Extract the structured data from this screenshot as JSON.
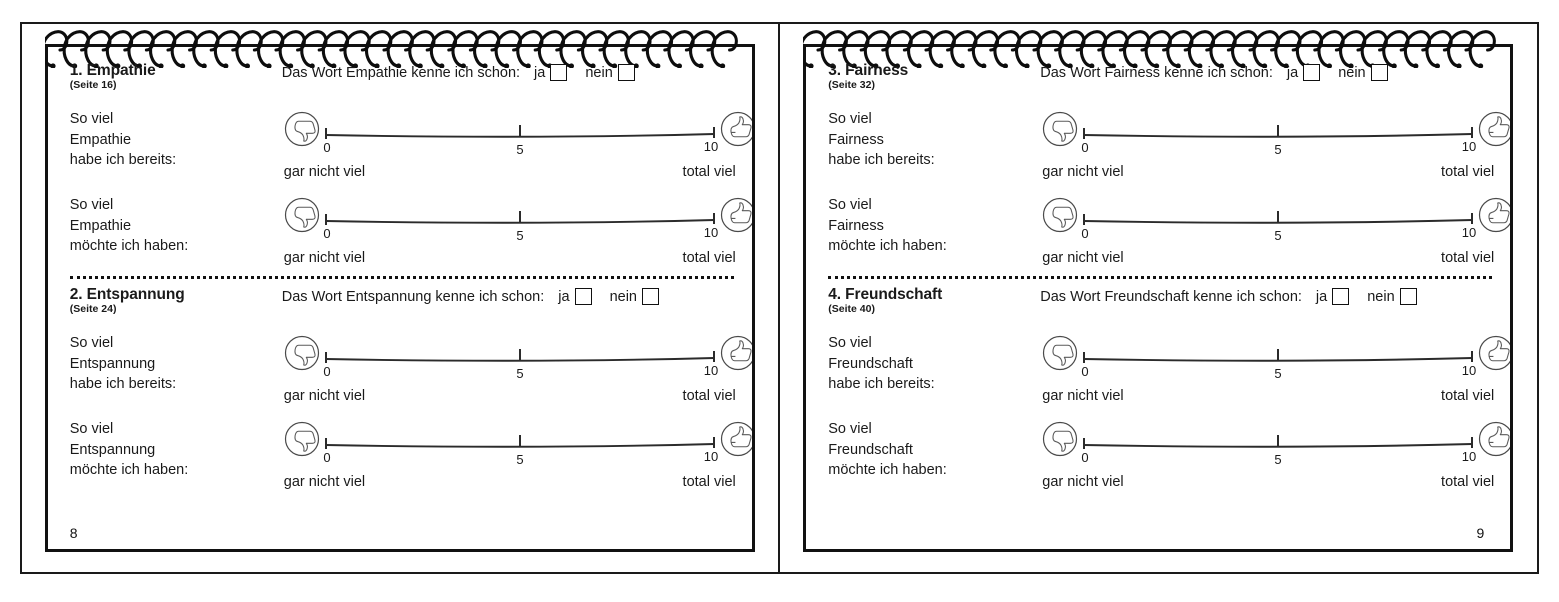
{
  "document": {
    "type": "workbook-spread",
    "binding": "spiral",
    "language": "de"
  },
  "scale_labels": {
    "tick_min": "0",
    "tick_mid": "5",
    "tick_max": "10",
    "end_low": "gar nicht viel",
    "end_high": "total viel",
    "icon_low": "thumbs-down-icon",
    "icon_high": "thumbs-up-icon"
  },
  "checkbox": {
    "yes_label": "ja",
    "no_label": "nein"
  },
  "pages": [
    {
      "page_number": "8",
      "sections": [
        {
          "title": "1. Empathie",
          "subtitle": "(Seite 16)",
          "question": "Das Wort Empathie kenne ich schon:",
          "rows": [
            {
              "line1": "So viel",
              "line2": "Empathie",
              "line3": "habe ich bereits:"
            },
            {
              "line1": "So viel",
              "line2": "Empathie",
              "line3": "möchte ich haben:"
            }
          ]
        },
        {
          "title": "2. Entspannung",
          "subtitle": "(Seite 24)",
          "question": "Das Wort Entspannung kenne ich schon:",
          "rows": [
            {
              "line1": "So viel",
              "line2": "Entspannung",
              "line3": "habe ich bereits:"
            },
            {
              "line1": "So viel",
              "line2": "Entspannung",
              "line3": "möchte ich haben:"
            }
          ]
        }
      ]
    },
    {
      "page_number": "9",
      "sections": [
        {
          "title": "3. Fairness",
          "subtitle": "(Seite 32)",
          "question": "Das Wort Fairness kenne ich schon:",
          "rows": [
            {
              "line1": "So viel",
              "line2": "Fairness",
              "line3": "habe ich bereits:"
            },
            {
              "line1": "So viel",
              "line2": "Fairness",
              "line3": "möchte ich haben:"
            }
          ]
        },
        {
          "title": "4. Freundschaft",
          "subtitle": "(Seite 40)",
          "question": "Das Wort Freundschaft kenne ich schon:",
          "rows": [
            {
              "line1": "So viel",
              "line2": "Freundschaft",
              "line3": "habe ich bereits:"
            },
            {
              "line1": "So viel",
              "line2": "Freundschaft",
              "line3": "möchte ich haben:"
            }
          ]
        }
      ]
    }
  ],
  "colors": {
    "ink": "#1a1a1a",
    "paper": "#ffffff",
    "line": "#2b2b2b"
  }
}
